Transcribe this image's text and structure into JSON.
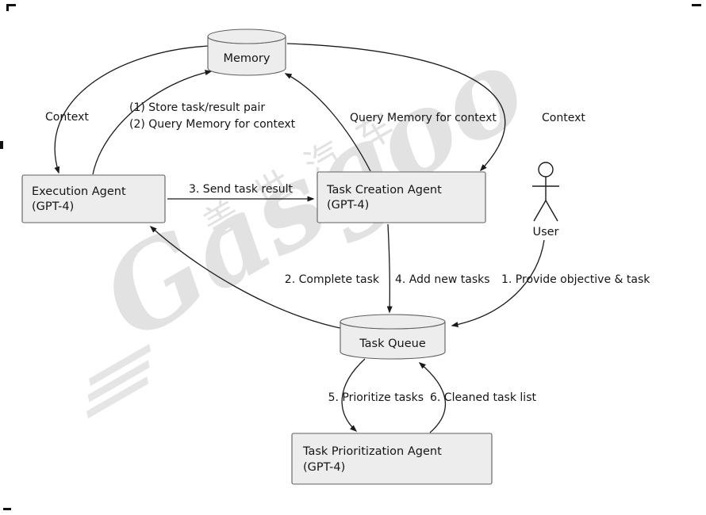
{
  "nodes": {
    "memory": {
      "label": "Memory"
    },
    "execution_agent": {
      "label": "Execution Agent",
      "sublabel": "(GPT-4)"
    },
    "task_creation_agent": {
      "label": "Task Creation Agent",
      "sublabel": "(GPT-4)"
    },
    "user": {
      "label": "User"
    },
    "task_queue": {
      "label": "Task Queue"
    },
    "task_prioritization_agent": {
      "label": "Task Prioritization Agent",
      "sublabel": "(GPT-4)"
    }
  },
  "edges": {
    "context_left": {
      "label": "Context"
    },
    "store_and_query": {
      "line1": "(1) Store task/result pair",
      "line2": "(2) Query Memory for context"
    },
    "query_memory": {
      "label": "Query Memory for context"
    },
    "context_right": {
      "label": "Context"
    },
    "send_task_result": {
      "label": "3. Send task result"
    },
    "complete_task": {
      "label": "2. Complete task"
    },
    "add_new_tasks": {
      "label": "4. Add new tasks"
    },
    "provide_objective": {
      "label": "1. Provide objective & task"
    },
    "prioritize_tasks": {
      "label": "5. Prioritize tasks"
    },
    "cleaned_task_list": {
      "label": "6. Cleaned task list"
    }
  },
  "watermark": {
    "brand": "Gasgoo",
    "cn": "盖世汽车"
  },
  "colors": {
    "background": "#ffffff",
    "node_fill": "#ededed",
    "node_border": "#5f5f5f",
    "arrow": "#1a1a1a",
    "text": "#151515",
    "watermark": "#dfdfdf"
  }
}
